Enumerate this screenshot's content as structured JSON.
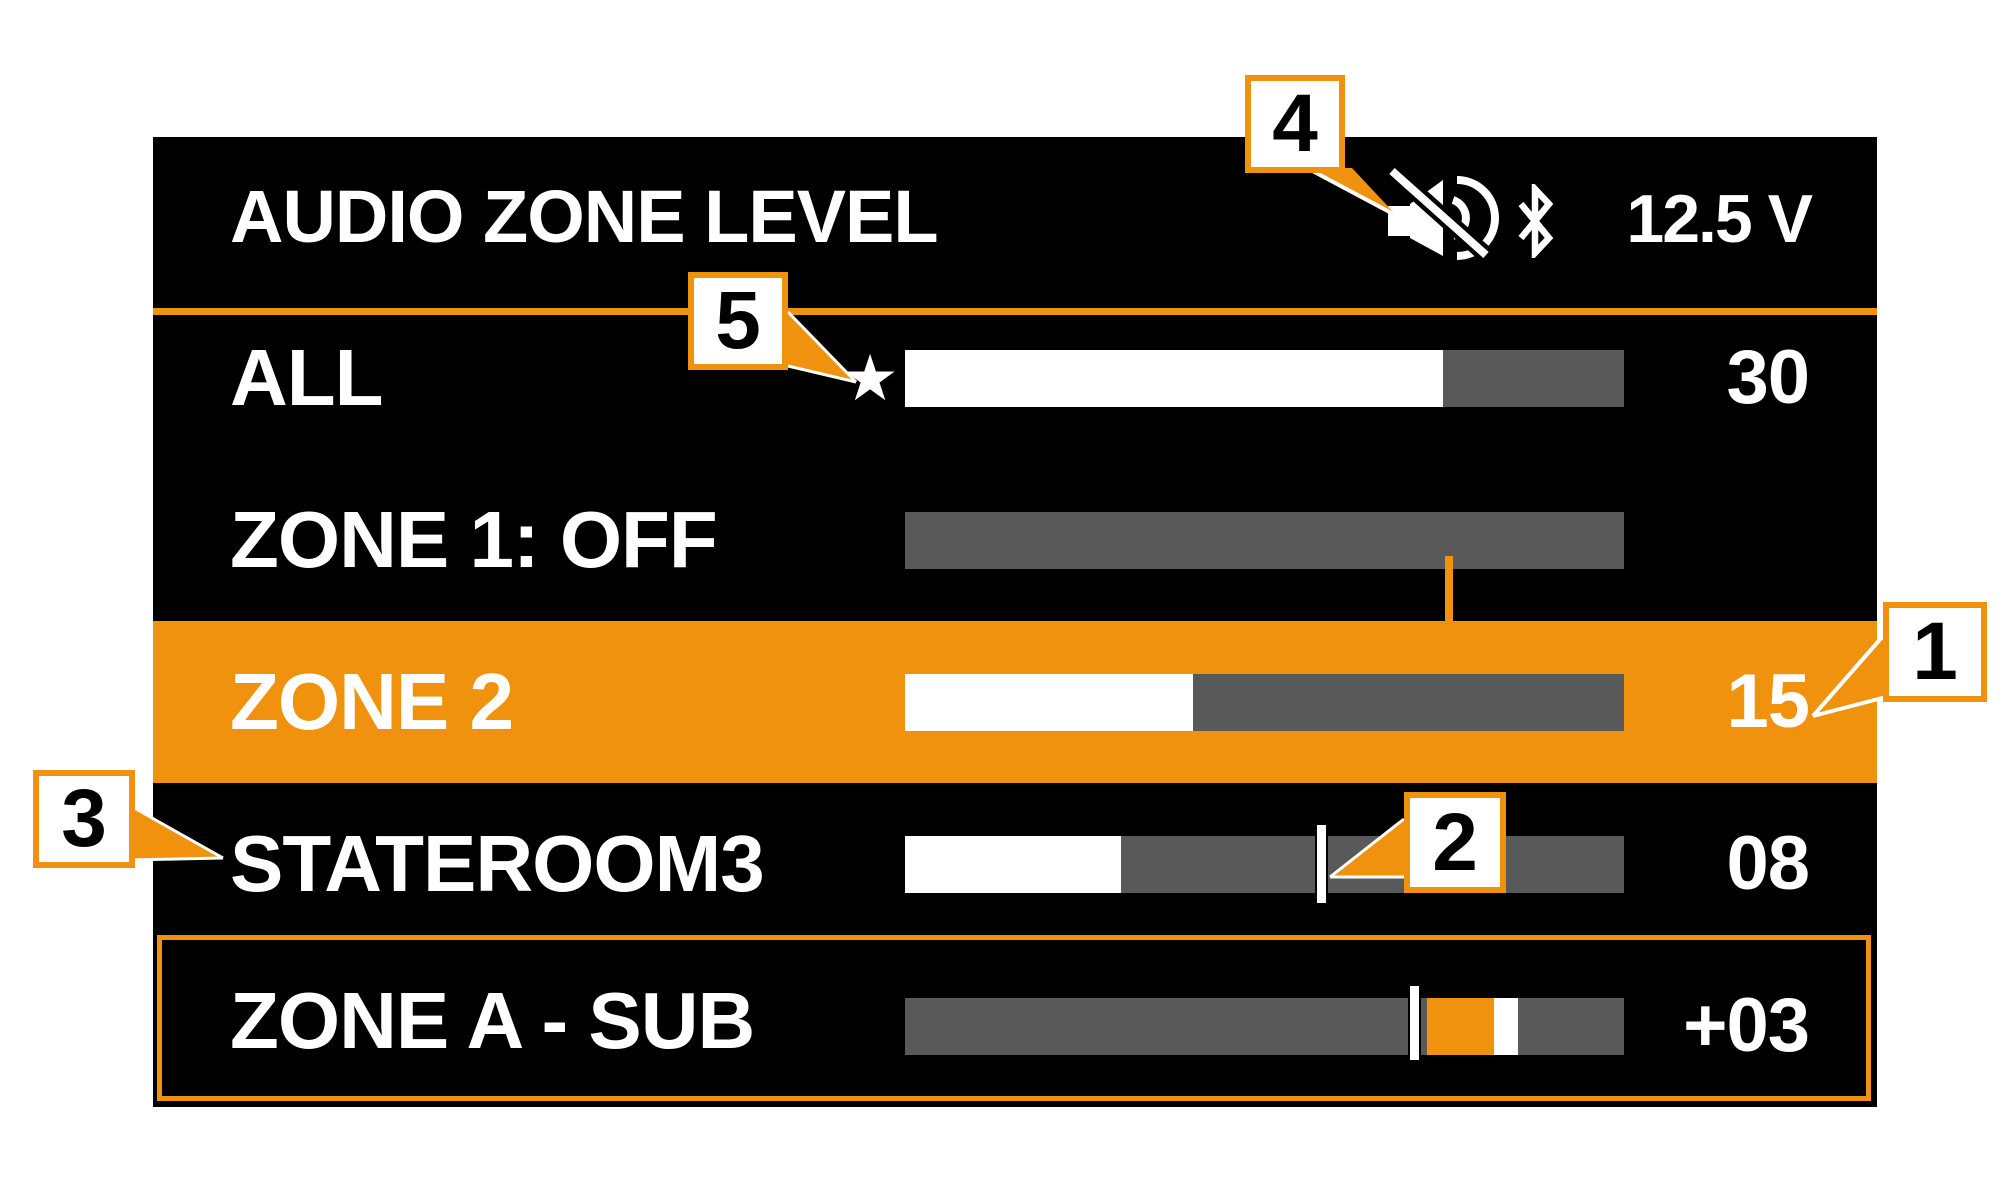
{
  "screen": {
    "title": "AUDIO ZONE LEVEL",
    "status_bar": {
      "mute_icon": "speaker-muted",
      "bluetooth_icon": "bluetooth",
      "voltage": "12.5 V"
    },
    "favorite_glyph": "★",
    "rows": [
      {
        "label": "ALL",
        "value": "30",
        "fill_pct": 74.8,
        "favorite": true,
        "selected": false
      },
      {
        "label": "ZONE 1: OFF",
        "value": "",
        "fill_pct": 0,
        "selected": false
      },
      {
        "label": "ZONE 2",
        "value": "15",
        "fill_pct": 40.1,
        "selected": true
      },
      {
        "label": "STATEROOM3",
        "value": "08",
        "fill_pct": 30.0,
        "selected": false
      },
      {
        "label": "ZONE A - SUB",
        "value": "+03",
        "fill_pct": 0,
        "selected": false,
        "sub_adjust": true
      }
    ]
  },
  "callouts": [
    {
      "number": "1"
    },
    {
      "number": "2"
    },
    {
      "number": "3"
    },
    {
      "number": "4"
    },
    {
      "number": "5"
    }
  ],
  "colors": {
    "accent_orange": "#F0920E",
    "bar_gray": "#595959",
    "screen_black": "#000000",
    "text_white": "#FFFFFF"
  }
}
